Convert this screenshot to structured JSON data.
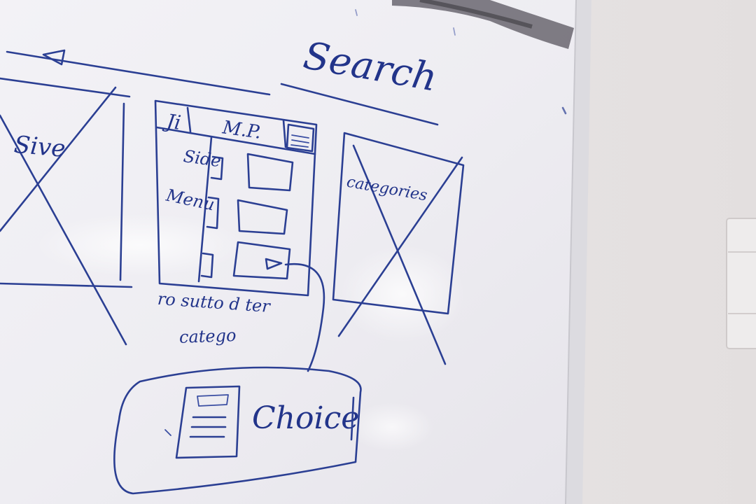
{
  "whiteboard": {
    "heading": "Search",
    "left_label": "Sive",
    "phone_header_left": "Ji",
    "phone_header_center": "M.P.",
    "side_menu_line1": "Side",
    "side_menu_line2": "Menu",
    "products_line1": "ro sutto d ter",
    "products_line2": "catego",
    "categories_label": "categories",
    "choice_label": "Choice"
  },
  "colors": {
    "marker": "#2b3f93",
    "board": "#f1f0f4",
    "wall": "#e9e6e6"
  },
  "icons": {
    "hamburger": "hamburger-menu-icon",
    "document": "document-icon",
    "arrow": "arrow-right-icon"
  }
}
